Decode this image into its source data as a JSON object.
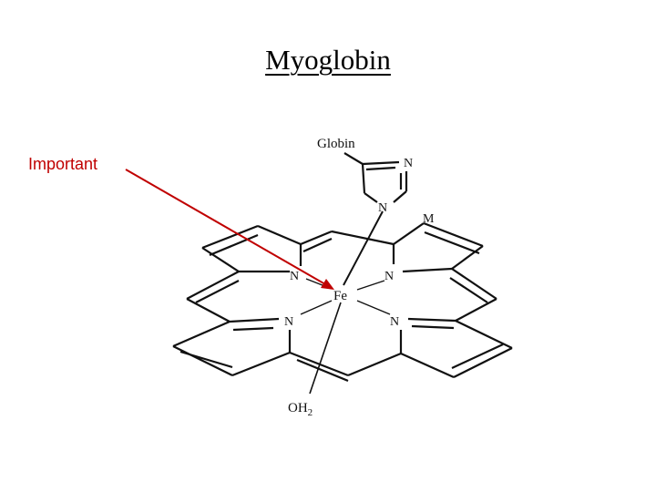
{
  "slide": {
    "title": "Myoglobin",
    "callout_label": "Important",
    "callout_color": "#c00000"
  },
  "diagram": {
    "atoms": {
      "globin": "Globin",
      "fe": "Fe",
      "methyl": "M",
      "water": "OH",
      "water_subscript": "2",
      "nitrogen": "N"
    }
  }
}
